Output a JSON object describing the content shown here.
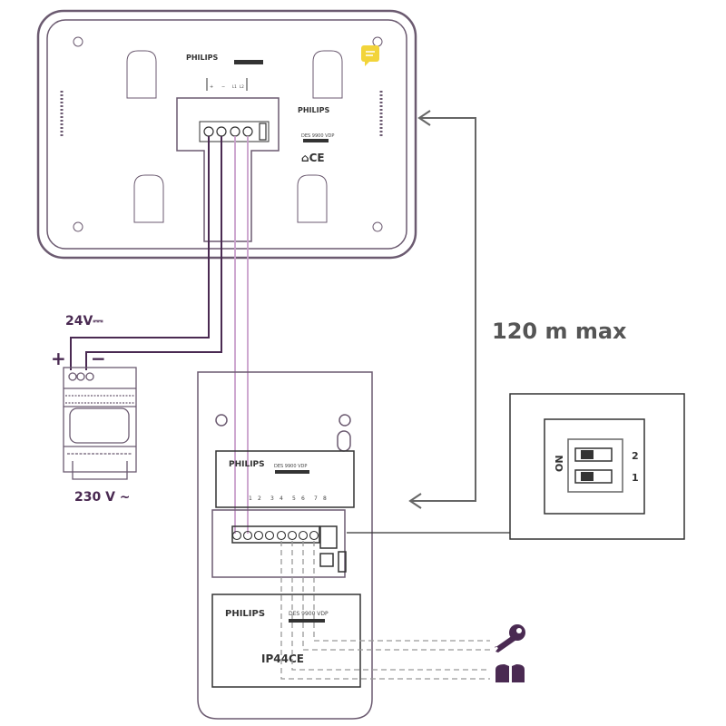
{
  "labels": {
    "distance": "120 m max",
    "dc_voltage": "24V⎓",
    "ac_voltage": "230 V ~",
    "plus": "+",
    "minus": "−",
    "dip_on": "ON",
    "dip_1": "1",
    "dip_2": "2"
  },
  "monitor": {
    "brand": "PHILIPS",
    "brand_2": "PHILIPS",
    "model": "DES 9900 VDP",
    "terminals_plus": "+",
    "terminals_minus": "−",
    "terminal_l1": "L1",
    "terminal_l2": "L2"
  },
  "door_station": {
    "brand": "PHILIPS",
    "model": "DES 9900 VDP",
    "terminal_numbers": [
      "1",
      "2",
      "3",
      "4",
      "5",
      "6",
      "7",
      "8"
    ],
    "label_brand": "PHILIPS",
    "label_model": "DES 9900 VDP",
    "rating": "IP44"
  },
  "icons": [
    "key-icon",
    "gate-icon",
    "chat-icon",
    "ce-mark-icon",
    "weee-icon"
  ],
  "colors": {
    "wire_dark": "#4a2a52",
    "wire_light": "#c99fcb",
    "outline": "#6b5a70",
    "chat_badge": "#f2d43a"
  }
}
